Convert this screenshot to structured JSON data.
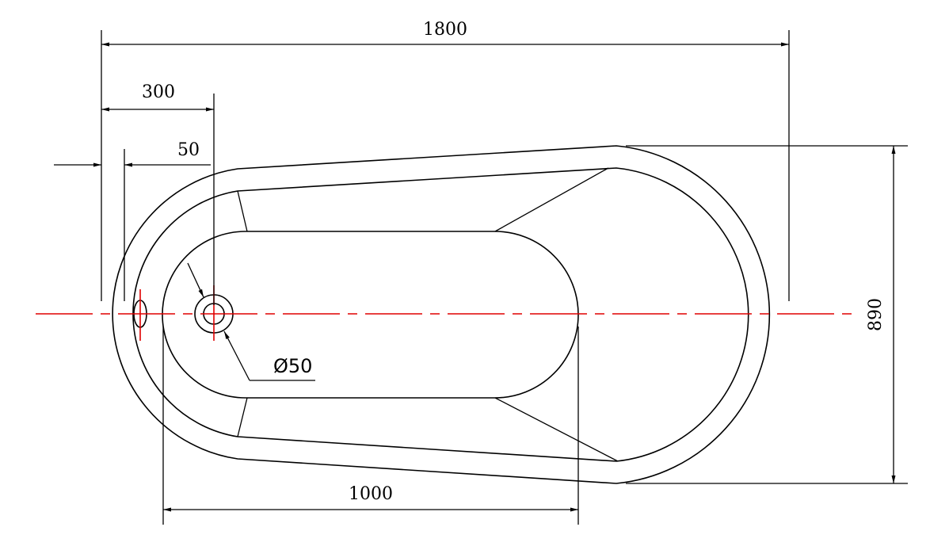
{
  "dimensions": {
    "overall_length": "1800",
    "overall_width": "890",
    "drain_offset": "300",
    "overflow_offset": "50",
    "basin_length": "1000",
    "drain_diameter": "Ø50"
  },
  "colors": {
    "outline": "#000000",
    "centerline": "#e00000",
    "background": "#ffffff"
  }
}
